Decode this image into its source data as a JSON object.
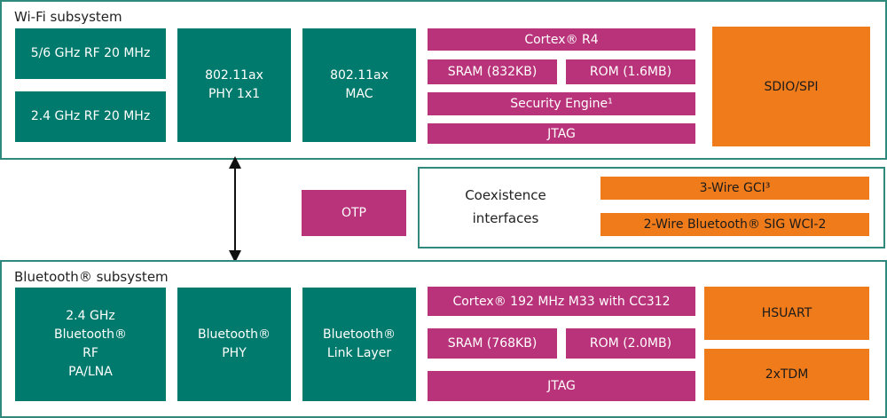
{
  "wifi": {
    "title": "Wi-Fi subsystem",
    "rf56": "5/6 GHz RF 20 MHz",
    "rf24": "2.4 GHz RF 20 MHz",
    "phy": "802.11ax\nPHY 1x1",
    "mac": "802.11ax\nMAC",
    "cortex": "Cortex® R4",
    "sram": "SRAM (832KB)",
    "rom": "ROM (1.6MB)",
    "security": "Security Engine¹",
    "jtag": "JTAG",
    "sdio": "SDIO/SPI"
  },
  "otp": "OTP",
  "coexistence": {
    "label": "Coexistence\ninterfaces",
    "gci": "3-Wire GCI³",
    "wci": "2-Wire Bluetooth® SIG WCI-2"
  },
  "bluetooth": {
    "title": "Bluetooth® subsystem",
    "rf": "2.4 GHz\nBluetooth®\nRF\nPA/LNA",
    "phy": "Bluetooth®\nPHY",
    "link": "Bluetooth®\nLink Layer",
    "cortex": "Cortex® 192 MHz M33 with CC312",
    "sram": "SRAM (768KB)",
    "rom": "ROM (2.0MB)",
    "jtag": "JTAG",
    "hsuart": "HSUART",
    "tdm": "2xTDM"
  },
  "colors": {
    "teal": "#007a6c",
    "magenta": "#b8337a",
    "orange": "#f07b1a",
    "frame": "#2f8a7d"
  }
}
